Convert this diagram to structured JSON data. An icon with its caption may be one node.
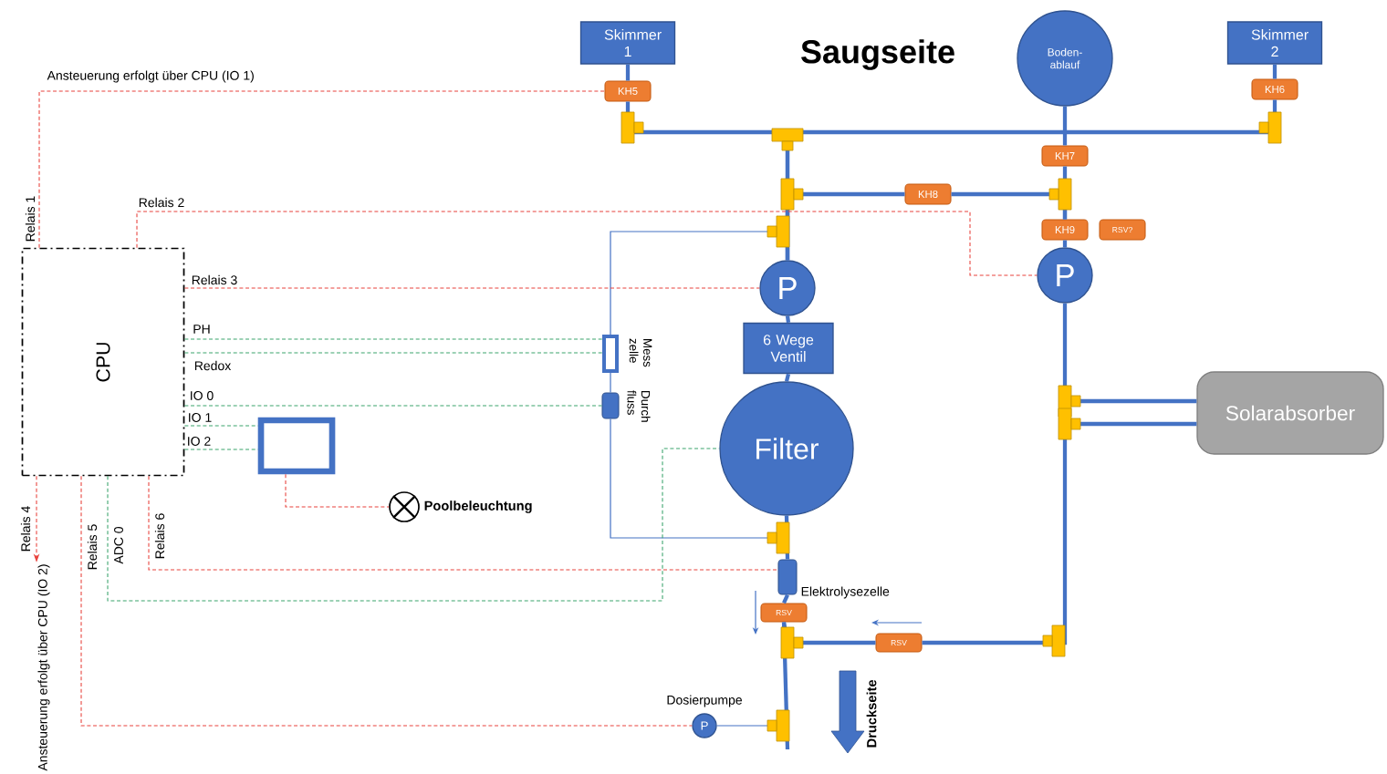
{
  "diagram": {
    "nodes": [
      {
        "text": [
          "Skimmer 1"
        ]
      },
      {
        "text": [
          "Boden- ablauf"
        ]
      },
      {
        "text": [
          "Skimmer 2"
        ]
      },
      {
        "text": [
          "KH5"
        ]
      },
      {
        "text": [
          "KH6"
        ]
      },
      {
        "text": [
          "KH7"
        ]
      },
      {
        "text": [
          "KH8"
        ]
      },
      {
        "text": [
          "KH9"
        ]
      },
      {
        "text": [
          "RSV?"
        ]
      },
      {
        "text": [
          "P"
        ]
      },
      {
        "text": [
          "P"
        ]
      },
      {
        "text": [
          "6 Wege Ventil"
        ]
      },
      {
        "text": [
          "Filter"
        ]
      },
      {
        "text": [
          "Solarabsorber"
        ]
      },
      {
        "text": [],
        "shape": "box",
        "beside": [
          "Mess zelle"
        ]
      },
      {
        "text": [],
        "shape": "box",
        "beside": [
          "Durch fluss"
        ]
      },
      {
        "text": [
          "CPU"
        ]
      },
      {
        "text": [],
        "shape": "box"
      },
      {
        "text": [],
        "shape": "circle",
        "beside": [
          "Poolbeleuchtung"
        ]
      },
      {
        "text": [],
        "shape": "box",
        "beside": [
          "Elektrolysezelle"
        ]
      },
      {
        "text": [
          "RSV"
        ]
      },
      {
        "text": [
          "RSV"
        ]
      },
      {
        "text": [
          "P"
        ],
        "beside": [
          "Dosierpumpe"
        ]
      },
      {
        "text": [
          "Ansteuerung erfolgt über CPU (IO 2)"
        ]
      }
    ],
    "edges": [
      {
        "from": 0,
        "to": 3,
        "arrow": "none",
        "style": "thick"
      },
      {
        "from": 2,
        "to": 4,
        "arrow": "none",
        "style": "thick"
      },
      {
        "from": 1,
        "to": 5,
        "arrow": "none",
        "style": "thick"
      },
      {
        "from": 3,
        "to": 9,
        "arrow": "none",
        "style": "thick"
      },
      {
        "from": 4,
        "to": 9,
        "arrow": "none",
        "style": "thick"
      },
      {
        "from": 5,
        "to": 7,
        "arrow": "none",
        "style": "thick"
      },
      {
        "from": 6,
        "to": 9,
        "arrow": "none",
        "style": "thick"
      },
      {
        "from": 6,
        "to": 7,
        "arrow": "none",
        "style": "thick"
      },
      {
        "from": 7,
        "to": 10,
        "arrow": "none",
        "style": "thick"
      },
      {
        "from": 9,
        "to": 11,
        "arrow": "none",
        "style": "thick"
      },
      {
        "from": 11,
        "to": 12,
        "arrow": "none",
        "style": "thick"
      },
      {
        "from": 12,
        "to": 19,
        "arrow": "none",
        "style": "thick"
      },
      {
        "from": 19,
        "to": 20,
        "arrow": "none",
        "style": "thick"
      },
      {
        "from": 10,
        "to": 13,
        "arrow": "none",
        "style": "thick"
      },
      {
        "from": 13,
        "to": 21,
        "arrow": "none",
        "style": "thick"
      },
      {
        "from": 21,
        "to": 20,
        "arrow": "none",
        "style": "thick"
      },
      {
        "from": 20,
        "to": null,
        "arrow": "none",
        "style": "thick"
      },
      {
        "from": 22,
        "to": null,
        "arrow": "none"
      },
      {
        "from": null,
        "to": 14,
        "arrow": "none"
      },
      {
        "from": 14,
        "to": 15,
        "arrow": "none"
      },
      {
        "from": 15,
        "to": null,
        "arrow": "none"
      },
      {
        "from": 16,
        "to": 3,
        "arrow": "none",
        "label": "Relais 1",
        "style": "dashed",
        "color": "#e8423c"
      },
      {
        "from": 16,
        "to": 10,
        "arrow": "none",
        "label": "Relais 2",
        "style": "dashed",
        "color": "#e8423c"
      },
      {
        "from": 16,
        "to": 9,
        "arrow": "none",
        "label": "Relais 3",
        "style": "dashed",
        "color": "#e8423c"
      },
      {
        "from": 16,
        "to": 14,
        "arrow": "none",
        "label": "PH",
        "style": "dashed",
        "color": "#3aa46c"
      },
      {
        "from": 16,
        "to": 14,
        "arrow": "none",
        "label": "Redox",
        "style": "dashed",
        "color": "#3aa46c"
      },
      {
        "from": 16,
        "to": 15,
        "arrow": "none",
        "label": "IO 0",
        "style": "dashed",
        "color": "#3aa46c"
      },
      {
        "from": 16,
        "to": 17,
        "arrow": "none",
        "label": "IO 1",
        "style": "dashed",
        "color": "#3aa46c"
      },
      {
        "from": 16,
        "to": 17,
        "arrow": "none",
        "label": "IO 2",
        "style": "dashed",
        "color": "#3aa46c"
      },
      {
        "from": 17,
        "to": 18,
        "arrow": "none",
        "style": "dashed",
        "color": "#e8423c"
      },
      {
        "from": 16,
        "to": 23,
        "arrow": "to",
        "label": "Relais 4",
        "style": "dashed",
        "color": "#e8423c"
      },
      {
        "from": 16,
        "to": 22,
        "arrow": "none",
        "label": "Relais 5",
        "style": "dashed",
        "color": "#e8423c"
      },
      {
        "from": 16,
        "to": 12,
        "arrow": "none",
        "label": "ADC 0",
        "style": "dashed",
        "color": "#3aa46c"
      },
      {
        "from": 16,
        "to": 19,
        "arrow": "none",
        "label": "Relais 6",
        "style": "dashed",
        "color": "#e8423c"
      }
    ],
    "labels": [
      "Saugseite",
      "Ansteuerung erfolgt über CPU (IO 1)",
      "Druckseite"
    ]
  }
}
